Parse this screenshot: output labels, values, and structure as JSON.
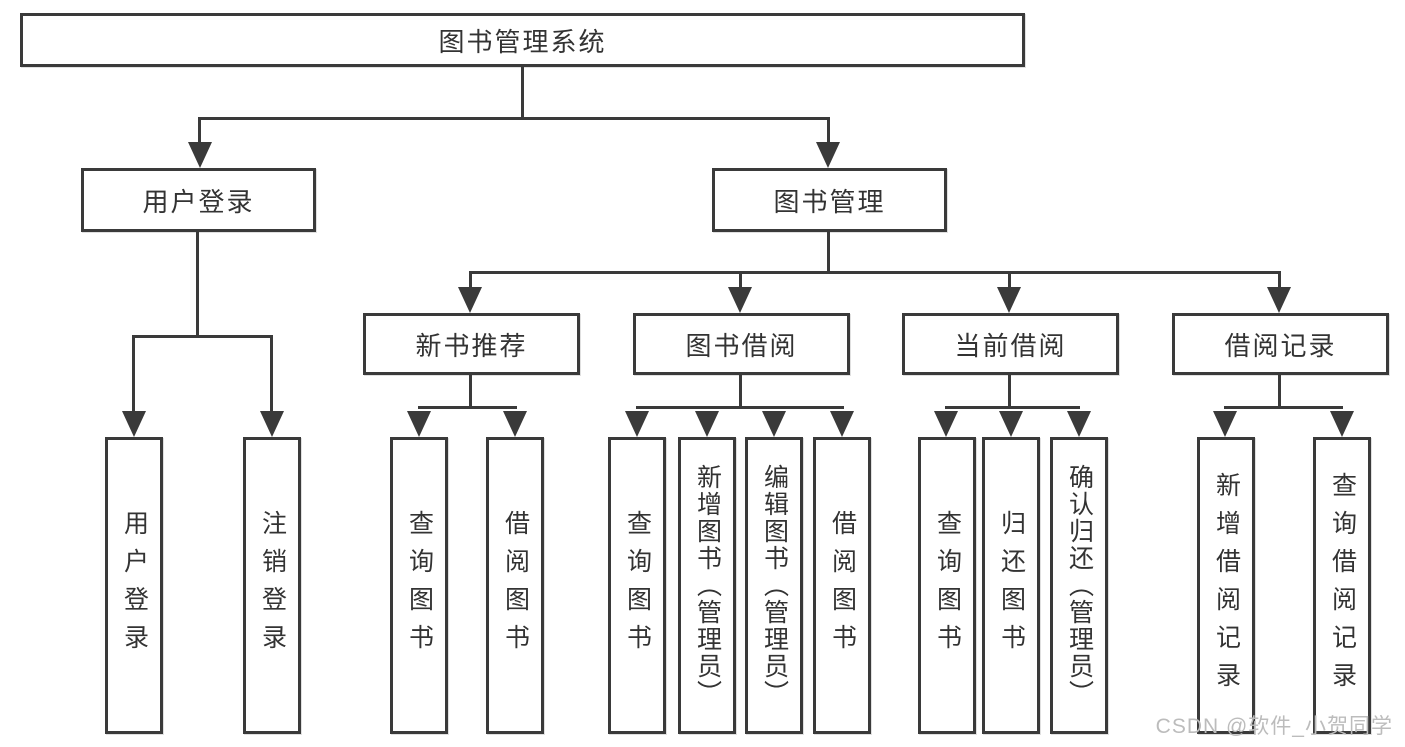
{
  "diagram": {
    "root": {
      "label": "图书管理系统",
      "children": [
        {
          "label": "用户登录",
          "children": [
            {
              "label": "用户登录"
            },
            {
              "label": "注销登录"
            }
          ]
        },
        {
          "label": "图书管理",
          "children": [
            {
              "label": "新书推荐",
              "children": [
                {
                  "label": "查询图书"
                },
                {
                  "label": "借阅图书"
                }
              ]
            },
            {
              "label": "图书借阅",
              "children": [
                {
                  "label": "查询图书"
                },
                {
                  "label": "新增图书（管理员）"
                },
                {
                  "label": "编辑图书（管理员）"
                },
                {
                  "label": "借阅图书"
                }
              ]
            },
            {
              "label": "当前借阅",
              "children": [
                {
                  "label": "查询图书"
                },
                {
                  "label": "归还图书"
                },
                {
                  "label": "确认归还（管理员）"
                }
              ]
            },
            {
              "label": "借阅记录",
              "children": [
                {
                  "label": "新增借阅记录"
                },
                {
                  "label": "查询借阅记录"
                }
              ]
            }
          ]
        }
      ]
    }
  },
  "watermark": {
    "text": "CSDN @软件_小贺同学"
  },
  "colors": {
    "line": "#3a3a3a",
    "text": "#333333",
    "watermark": "#bcbcbc",
    "background": "#ffffff"
  }
}
